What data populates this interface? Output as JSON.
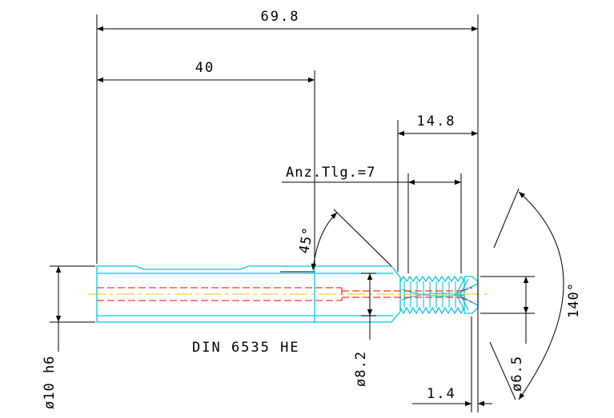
{
  "drawing": {
    "dimensions": {
      "overall_length": "69.8",
      "shank_length": "40",
      "thread_length": "14.8",
      "thread_count": "Anz.Tlg.=7",
      "chamfer_angle": "45°",
      "point_angle": "140°",
      "shank_diameter": "ø10 h6",
      "neck_diameter": "ø8.2",
      "thread_diameter": "ø6.5",
      "tip_width": "1.4"
    },
    "standard_label": "DIN 6535 HE",
    "colors": {
      "part_outline": "#00c8e6",
      "coolant_channel": "#ff0000",
      "centerline": "#e6c800",
      "dimension_lines": "#000000"
    }
  }
}
